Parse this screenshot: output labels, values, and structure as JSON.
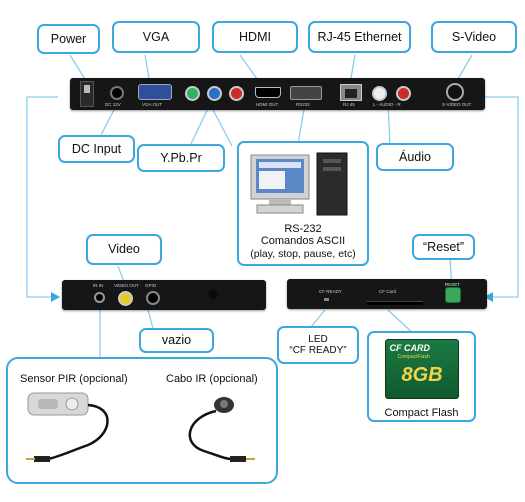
{
  "labels": {
    "power": "Power",
    "vga": "VGA",
    "hdmi": "HDMI",
    "rj45": "RJ-45 Ethernet",
    "svideo": "S-Video",
    "dc_input": "DC Input",
    "ypbpr": "Y.Pb.Pr",
    "audio": "Áudio",
    "rs232": "RS-232",
    "rs232_line2": "Comandos ASCII",
    "rs232_line3": "(play, stop, pause, etc)",
    "video": "Video",
    "reset": "“Reset”",
    "vazio": "vazio",
    "led_line1": "LED",
    "led_line2": "“CF READY”",
    "compact_flash": "Compact Flash"
  },
  "device_top_ports": {
    "vga_out": "VGA OUT",
    "hdmi_out": "HDMI OUT",
    "rj45": "RJ 45",
    "rs232": "RS232",
    "l_audio_r": "L - AUDIO - R",
    "svideo_out": "S-VIDEO OUT",
    "dc": "DC 12V"
  },
  "device_bottom_left_ports": {
    "ir_in": "IR IN",
    "video_out": "VIDEO OUT",
    "gpio": "GPIO"
  },
  "device_bottom_right_ports": {
    "cf_ready": "CF READY",
    "cf_card": "CF Card",
    "reset": "RESET"
  },
  "sensors": {
    "pir": "Sensor PIR (opcional)",
    "ir_cable": "Cabo IR (opcional)"
  },
  "cf_card": {
    "brand": "CF CARD",
    "capacity": "8GB",
    "sub": "CompactFlash"
  },
  "colors": {
    "accent": "#3aa7de",
    "device": "#161616"
  }
}
